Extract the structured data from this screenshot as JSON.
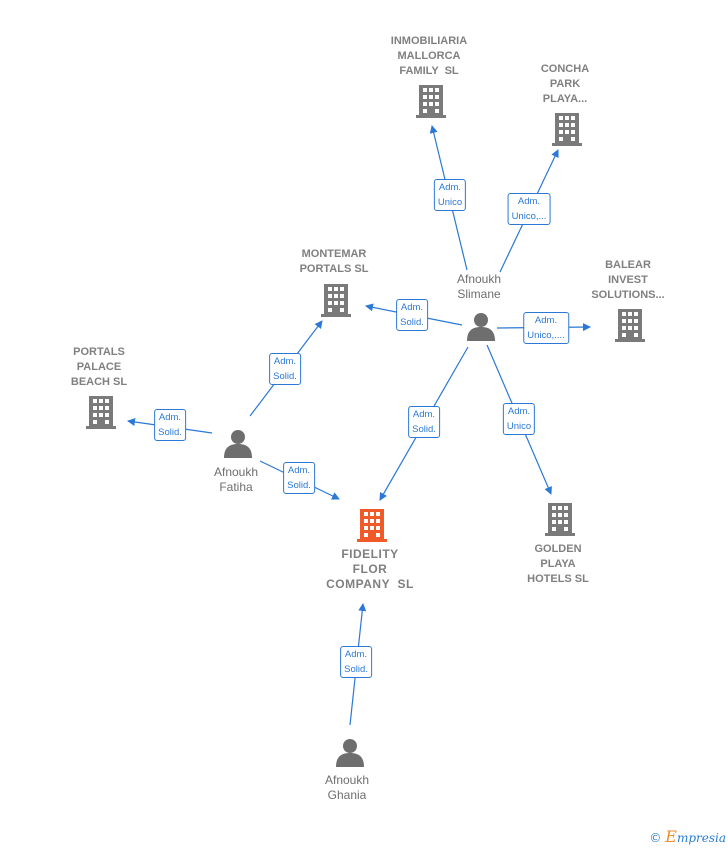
{
  "nodes": {
    "inmobiliaria": {
      "label": "INMOBILIARIA\nMALLORCA\nFAMILY  SL",
      "type": "company"
    },
    "concha": {
      "label": "CONCHA\nPARK\nPLAYA...",
      "type": "company"
    },
    "montemar": {
      "label": "MONTEMAR\nPORTALS SL",
      "type": "company"
    },
    "balear": {
      "label": "BALEAR\nINVEST\nSOLUTIONS...",
      "type": "company"
    },
    "portals": {
      "label": "PORTALS\nPALACE\nBEACH SL",
      "type": "company"
    },
    "fidelity": {
      "label": "FIDELITY\nFLOR\nCOMPANY  SL",
      "type": "company-focus"
    },
    "golden": {
      "label": "GOLDEN\nPLAYA\nHOTELS SL",
      "type": "company"
    },
    "slimane": {
      "label": "Afnoukh\nSlimane",
      "type": "person"
    },
    "fatiha": {
      "label": "Afnoukh\nFatiha",
      "type": "person"
    },
    "ghania": {
      "label": "Afnoukh\nGhania",
      "type": "person"
    }
  },
  "edges": [
    {
      "id": "slimane-inmobiliaria",
      "label": "Adm.\nUnico"
    },
    {
      "id": "slimane-concha",
      "label": "Adm.\nUnico,..."
    },
    {
      "id": "slimane-montemar",
      "label": "Adm.\nSolid."
    },
    {
      "id": "slimane-balear",
      "label": "Adm.\nUnico,...."
    },
    {
      "id": "slimane-fidelity",
      "label": "Adm.\nSolid."
    },
    {
      "id": "slimane-golden",
      "label": "Adm.\nUnico"
    },
    {
      "id": "fatiha-montemar",
      "label": "Adm.\nSolid."
    },
    {
      "id": "fatiha-portals",
      "label": "Adm.\nSolid."
    },
    {
      "id": "fatiha-fidelity",
      "label": "Adm.\nSolid."
    },
    {
      "id": "ghania-fidelity",
      "label": "Adm.\nSolid."
    }
  ],
  "colors": {
    "edge": "#2b78d6",
    "company": "#7a7a7a",
    "focus": "#f05a28",
    "person": "#6e6e6e"
  },
  "footer": {
    "copyright": "©",
    "brand_initial": "E",
    "brand_rest": "mpresia"
  }
}
